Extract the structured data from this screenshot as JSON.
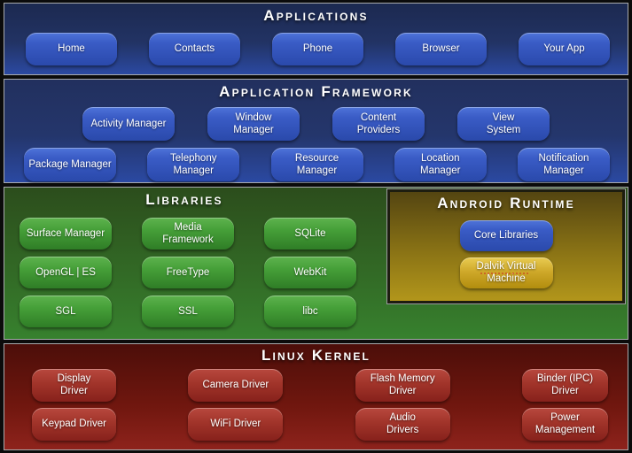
{
  "colors": {
    "blue_panel_top": "#1c2950",
    "blue_panel_bottom": "#2b49a2",
    "blue_button": "#3a5cc6",
    "green_panel_top": "#2c4d1c",
    "green_panel_bottom": "#37812e",
    "green_button": "#459f38",
    "gold_panel_top": "#544511",
    "gold_panel_bottom": "#b2961b",
    "gold_button": "#cfa92a",
    "red_panel_top": "#4c0e09",
    "red_panel_bottom": "#8e231c",
    "red_button": "#a1342a",
    "panel_border": "#a9abae",
    "text": "#ffffff"
  },
  "applications": {
    "title": "Applications",
    "buttons": [
      "Home",
      "Contacts",
      "Phone",
      "Browser",
      "Your App"
    ]
  },
  "framework": {
    "title": "Application Framework",
    "rows": [
      [
        "Activity Manager",
        "Window\nManager",
        "Content\nProviders",
        "View\nSystem"
      ],
      [
        "Package Manager",
        "Telephony\nManager",
        "Resource\nManager",
        "Location\nManager",
        "Notification\nManager"
      ]
    ]
  },
  "libraries": {
    "title": "Libraries",
    "rows": [
      [
        "Surface Manager",
        "Media\nFramework",
        "SQLite"
      ],
      [
        "OpenGL | ES",
        "FreeType",
        "WebKit"
      ],
      [
        "SGL",
        "SSL",
        "libc"
      ]
    ]
  },
  "runtime": {
    "title": "Android Runtime",
    "buttons": [
      {
        "label": "Core Libraries",
        "class": "btn-blue"
      },
      {
        "label": "Dalvik Virtual\nMachine",
        "class": "btn-gold squiggle"
      }
    ]
  },
  "kernel": {
    "title": "Linux Kernel",
    "rows": [
      [
        "Display\nDriver",
        "Camera Driver",
        "Flash Memory\nDriver",
        "Binder (IPC)\nDriver"
      ],
      [
        "Keypad Driver",
        "WiFi Driver",
        "Audio\nDrivers",
        "Power\nManagement"
      ]
    ]
  }
}
